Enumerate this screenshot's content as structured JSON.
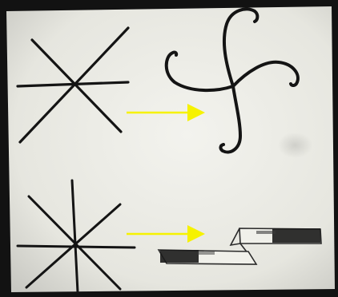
{
  "scene": {
    "kind": "photo-of-paper-drawing",
    "paper_color": "#e9e9e3",
    "ink_color": "#141414",
    "arrow_color": "#f6f200",
    "drawings": [
      {
        "id": "six-spoke-star",
        "icon": "six-pointed-asterisk"
      },
      {
        "id": "curled-swirl",
        "icon": "three-arm-swirl"
      },
      {
        "id": "eight-spoke-star",
        "icon": "eight-pointed-asterisk"
      },
      {
        "id": "bent-bar",
        "icon": "smudged-bent-bar"
      }
    ],
    "arrows": [
      {
        "from": "six-spoke-star",
        "to": "curled-swirl"
      },
      {
        "from": "eight-spoke-star",
        "to": "bent-bar"
      }
    ]
  }
}
